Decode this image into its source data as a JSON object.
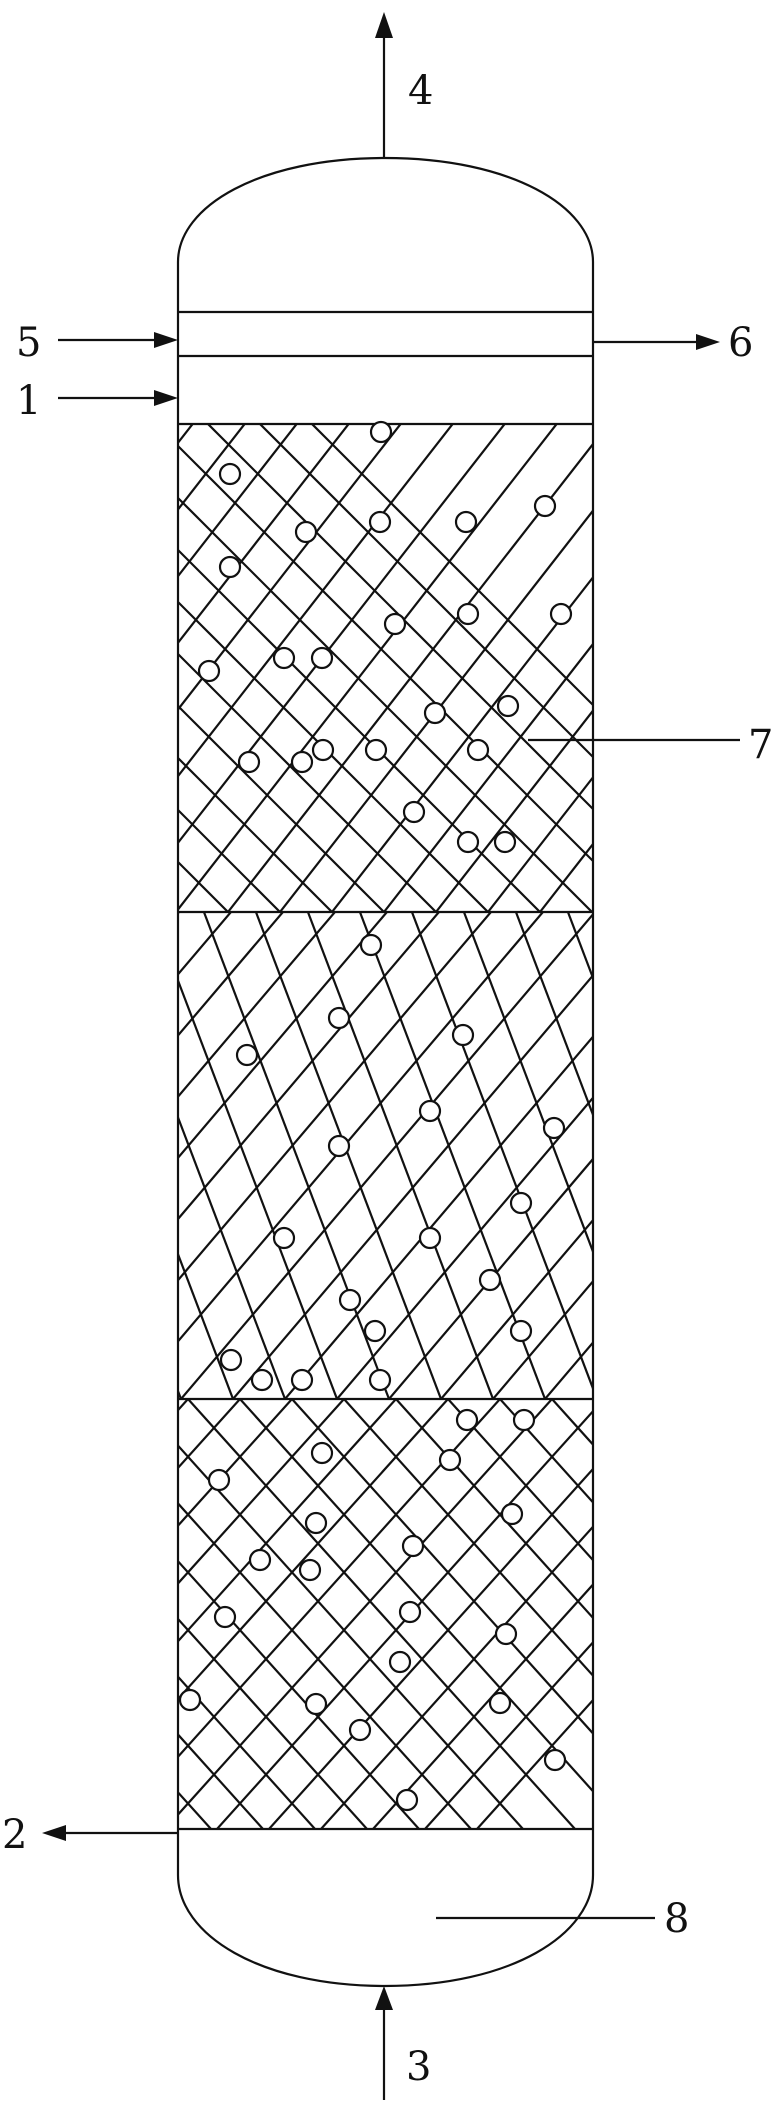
{
  "callouts": {
    "label_1": "1",
    "label_2": "2",
    "label_3": "3",
    "label_4": "4",
    "label_5": "5",
    "label_6": "6",
    "label_7": "7",
    "label_8": "8"
  },
  "colors": {
    "line": "#111111",
    "background": "#ffffff"
  },
  "pellets_per_bed": [
    23,
    18,
    20
  ]
}
